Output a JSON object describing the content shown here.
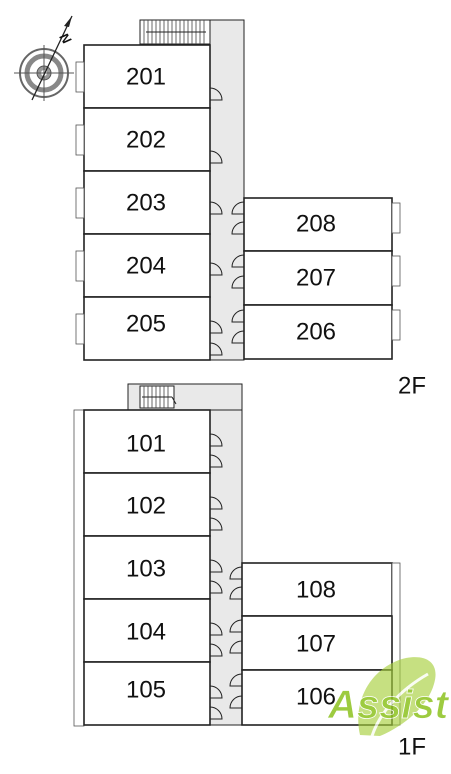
{
  "floors": [
    {
      "id": "2F",
      "label": "2F",
      "rooms_left": [
        "201",
        "202",
        "203",
        "204",
        "205"
      ],
      "rooms_right": [
        "208",
        "207",
        "206"
      ]
    },
    {
      "id": "1F",
      "label": "1F",
      "rooms_left": [
        "101",
        "102",
        "103",
        "104",
        "105"
      ],
      "rooms_right": [
        "108",
        "107",
        "106"
      ]
    }
  ],
  "compass": {
    "north_label": "N"
  },
  "watermark": {
    "text": "Assist",
    "color": "#8dc21f"
  },
  "colors": {
    "line": "#222222",
    "corridor": "#e9e9e9",
    "watermark": "#8dc21f"
  }
}
